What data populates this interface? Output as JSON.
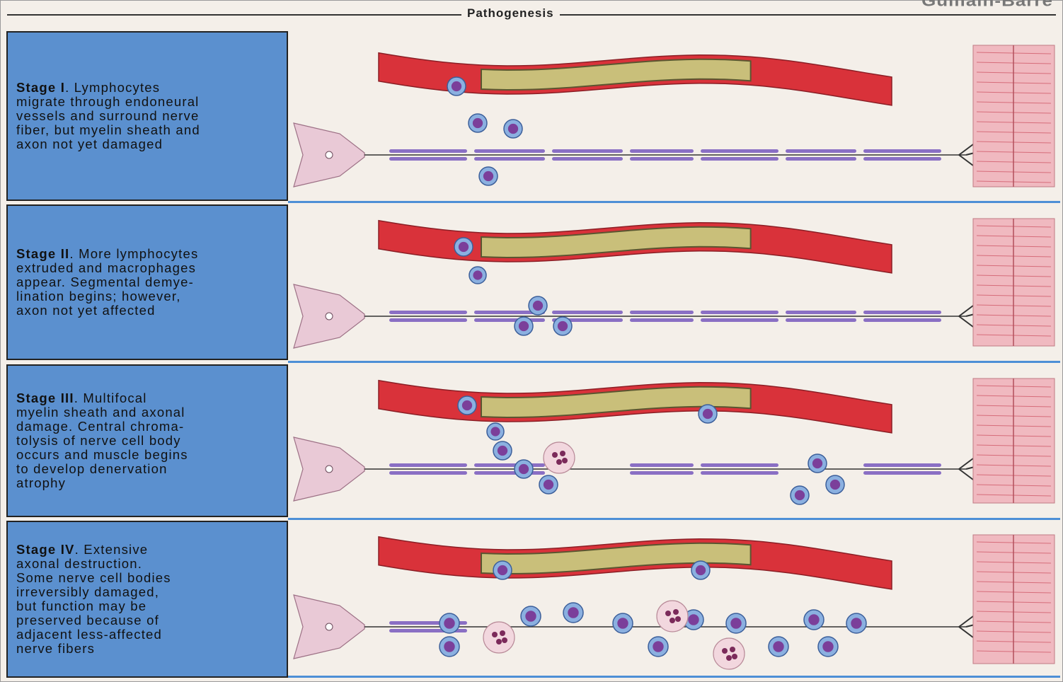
{
  "header": {
    "title": "Pathogenesis",
    "corner_label": "Guillain-Barré"
  },
  "stages": [
    {
      "heading": "Stage I",
      "text": ". Lymphocytes\nmigrate through endoneural\nvessels and surround nerve\nfiber, but myelin sheath and\naxon not yet damaged"
    },
    {
      "heading": "Stage II",
      "text": ". More lymphocytes\nextruded and macrophages\nappear. Segmental demye-\nlination begins; however,\naxon not yet affected"
    },
    {
      "heading": "Stage III",
      "text": ". Multifocal\nmyelin sheath and axonal\ndamage. Central chroma-\ntolysis of nerve cell body\noccurs and muscle begins\nto develop denervation\natrophy"
    },
    {
      "heading": "Stage IV",
      "text": ". Extensive\naxonal destruction.\nSome nerve cell bodies\nirreversibly damaged,\nbut function may be\npreserved because of\nadjacent less-affected\nnerve fibers"
    }
  ],
  "colors": {
    "stage_box": "#5b90cf",
    "panel_rule": "#4d8fd6",
    "vessel_wall": "#d9323a",
    "vessel_lumen": "#c9bf7a",
    "myelin": "#8a6fc4",
    "lymphocyte": "#8bb0e0",
    "nucleus": "#7b3f9a",
    "neuron": "#e9c9d6",
    "muscle": "#f0b9c0"
  }
}
